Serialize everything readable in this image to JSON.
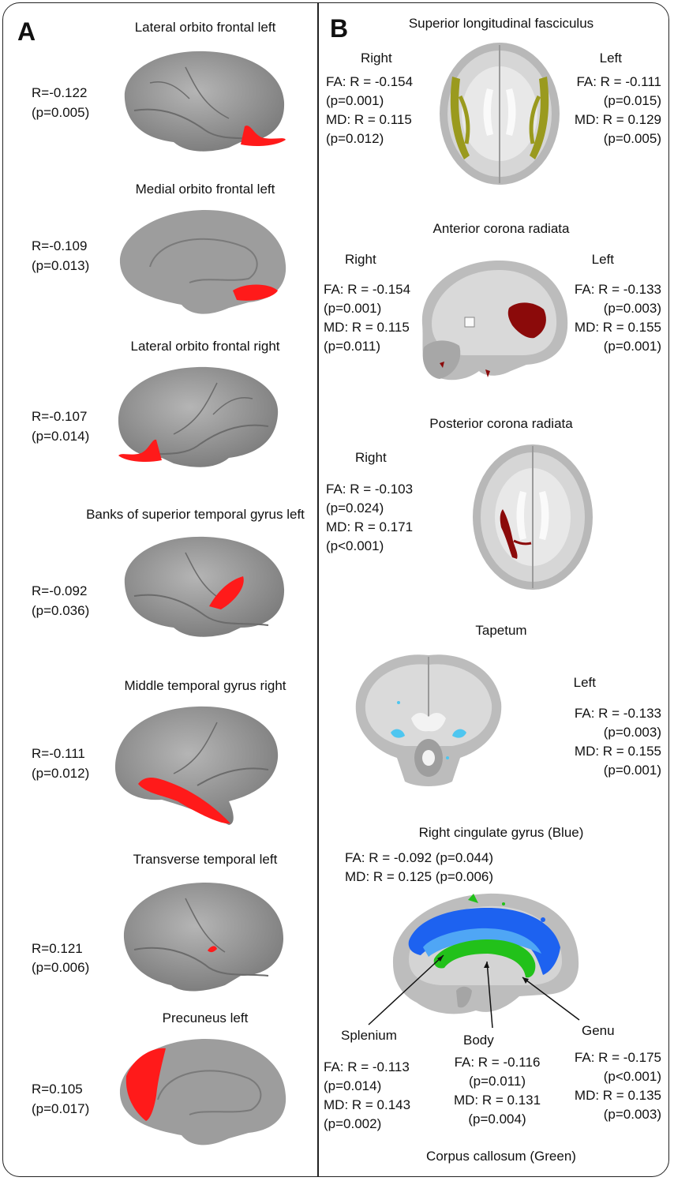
{
  "panel_a": {
    "letter": "A",
    "regions": [
      {
        "title": "Lateral orbito frontal left",
        "r": "R=-0.122",
        "p": "(p=0.005)"
      },
      {
        "title": "Medial orbito frontal left",
        "r": "R=-0.109",
        "p": "(p=0.013)"
      },
      {
        "title": "Lateral orbito frontal right",
        "r": "R=-0.107",
        "p": "(p=0.014)"
      },
      {
        "title": "Banks of superior temporal gyrus left",
        "r": "R=-0.092",
        "p": "(p=0.036)"
      },
      {
        "title": "Middle temporal gyrus right",
        "r": "R=-0.111",
        "p": "(p=0.012)"
      },
      {
        "title": "Transverse temporal left",
        "r": "R=0.121",
        "p": "(p=0.006)"
      },
      {
        "title": "Precuneus left",
        "r": "R=0.105",
        "p": "(p=0.017)"
      }
    ]
  },
  "panel_b": {
    "letter": "B",
    "slf": {
      "title": "Superior longitudinal fasciculus",
      "right": {
        "side": "Right",
        "fa": "FA: R = -0.154",
        "fa_p": "(p=0.001)",
        "md": "MD: R = 0.115",
        "md_p": "(p=0.012)"
      },
      "left": {
        "side": "Left",
        "fa": "FA: R = -0.111",
        "fa_p": "(p=0.015)",
        "md": "MD: R = 0.129",
        "md_p": "(p=0.005)"
      }
    },
    "acr": {
      "title": "Anterior corona radiata",
      "right": {
        "side": "Right",
        "fa": "FA: R = -0.154",
        "fa_p": "(p=0.001)",
        "md": "MD: R = 0.115",
        "md_p": "(p=0.011)"
      },
      "left": {
        "side": "Left",
        "fa": "FA: R = -0.133",
        "fa_p": "(p=0.003)",
        "md": "MD: R = 0.155",
        "md_p": "(p=0.001)"
      }
    },
    "pcr": {
      "title": "Posterior corona radiata",
      "right": {
        "side": "Right",
        "fa": "FA: R = -0.103",
        "fa_p": "(p=0.024)",
        "md": "MD: R = 0.171",
        "md_p": "(p<0.001)"
      }
    },
    "tapetum": {
      "title": "Tapetum",
      "left": {
        "side": "Left",
        "fa": "FA: R = -0.133",
        "fa_p": "(p=0.003)",
        "md": "MD: R = 0.155",
        "md_p": "(p=0.001)"
      }
    },
    "cingulate": {
      "title": "Right cingulate gyrus (Blue)",
      "fa": "FA: R = -0.092 (p=0.044)",
      "md": "MD: R = 0.125 (p=0.006)"
    },
    "corpus_callosum": {
      "title": "Corpus callosum (Green)",
      "splenium": {
        "label": "Splenium",
        "fa": "FA: R = -0.113",
        "fa_p": "(p=0.014)",
        "md": "MD: R = 0.143",
        "md_p": "(p=0.002)"
      },
      "body": {
        "label": "Body",
        "fa": "FA: R = -0.116",
        "fa_p": "(p=0.011)",
        "md": "MD: R = 0.131",
        "md_p": "(p=0.004)"
      },
      "genu": {
        "label": "Genu",
        "fa": "FA: R = -0.175",
        "fa_p": "(p<0.001)",
        "md": "MD: R = 0.135",
        "md_p": "(p=0.003)"
      }
    }
  },
  "colors": {
    "cortex": "#8f8f8f",
    "highlight_red": "#ff1a1a",
    "slf_olive": "#9a9a1e",
    "corona_darkred": "#8b0a0a",
    "tapetum_cyan": "#4ec6f0",
    "cingulate_blue": "#1d62f0",
    "callosum_green": "#22c11a"
  }
}
